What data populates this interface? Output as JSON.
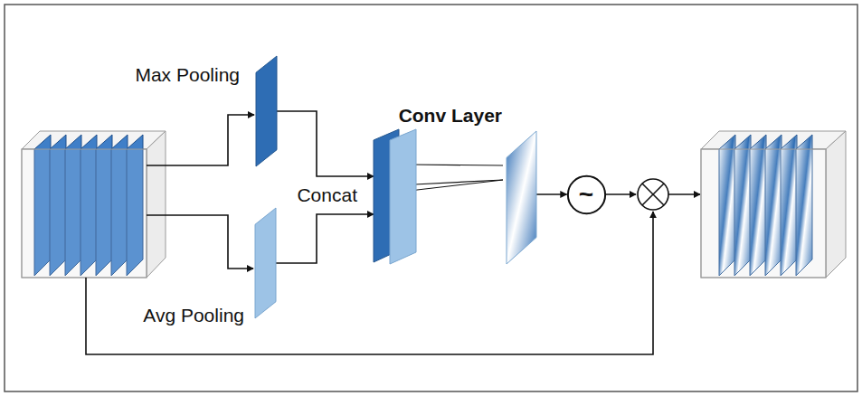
{
  "diagram": {
    "nodes": [
      {
        "text": [
          "Max Pooling"
        ]
      },
      {
        "text": [
          "Avg Pooling"
        ]
      },
      {
        "text": [
          "Concat"
        ]
      },
      {
        "text": [
          "Conv Layer"
        ]
      },
      {
        "text": [
          "~"
        ]
      }
    ],
    "edges": [
      {
        "from": 0,
        "to": 2,
        "arrow": "to"
      },
      {
        "from": 1,
        "to": 2,
        "arrow": "to"
      },
      {
        "from": 3,
        "to": 4,
        "arrow": "to"
      }
    ]
  }
}
